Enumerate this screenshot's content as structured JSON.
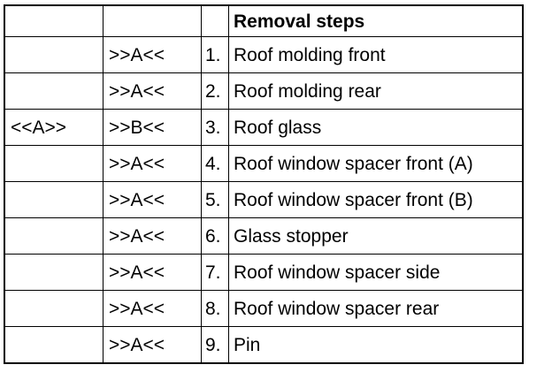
{
  "table": {
    "header": {
      "key": "",
      "ref": "",
      "num": "",
      "title": "Removal steps"
    },
    "rows": [
      {
        "key": "",
        "ref": ">>A<<",
        "num": "1.",
        "step": "Roof molding front"
      },
      {
        "key": "",
        "ref": ">>A<<",
        "num": "2.",
        "step": "Roof molding rear"
      },
      {
        "key": "<<A>>",
        "ref": ">>B<<",
        "num": "3.",
        "step": "Roof glass"
      },
      {
        "key": "",
        "ref": ">>A<<",
        "num": "4.",
        "step": "Roof window spacer front (A)"
      },
      {
        "key": "",
        "ref": ">>A<<",
        "num": "5.",
        "step": "Roof window spacer front (B)"
      },
      {
        "key": "",
        "ref": ">>A<<",
        "num": "6.",
        "step": "Glass stopper"
      },
      {
        "key": "",
        "ref": ">>A<<",
        "num": "7.",
        "step": "Roof window spacer side"
      },
      {
        "key": "",
        "ref": ">>A<<",
        "num": "8.",
        "step": "Roof window spacer rear"
      },
      {
        "key": "",
        "ref": ">>A<<",
        "num": "9.",
        "step": "Pin"
      }
    ]
  }
}
